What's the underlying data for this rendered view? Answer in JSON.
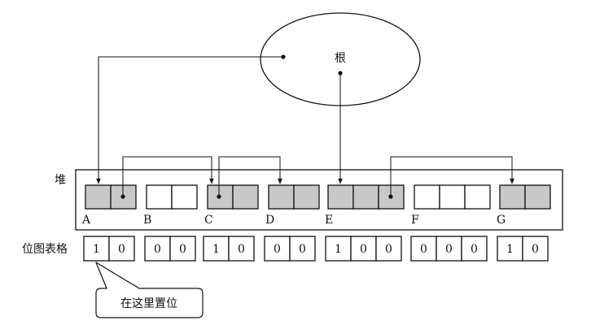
{
  "root": {
    "label": "根"
  },
  "heap": {
    "label": "堆",
    "objects": [
      {
        "id": "A",
        "label": "A",
        "cells": [
          true,
          true
        ]
      },
      {
        "id": "B",
        "label": "B",
        "cells": [
          false,
          false
        ]
      },
      {
        "id": "C",
        "label": "C",
        "cells": [
          true,
          true
        ]
      },
      {
        "id": "D",
        "label": "D",
        "cells": [
          true,
          true
        ]
      },
      {
        "id": "E",
        "label": "E",
        "cells": [
          true,
          true,
          true
        ]
      },
      {
        "id": "F",
        "label": "F",
        "cells": [
          false,
          false,
          false
        ]
      },
      {
        "id": "G",
        "label": "G",
        "cells": [
          true,
          true
        ]
      }
    ]
  },
  "bitmap": {
    "label": "位图表格",
    "groups": [
      [
        "1",
        "0"
      ],
      [
        "0",
        "0"
      ],
      [
        "1",
        "0"
      ],
      [
        "0",
        "0"
      ],
      [
        "1",
        "0",
        "0"
      ],
      [
        "0",
        "0",
        "0"
      ],
      [
        "1",
        "0"
      ]
    ]
  },
  "callout": {
    "text": "在这里置位"
  },
  "colors": {
    "marked_fill": "#c8c8c8",
    "stroke": "#111111"
  }
}
